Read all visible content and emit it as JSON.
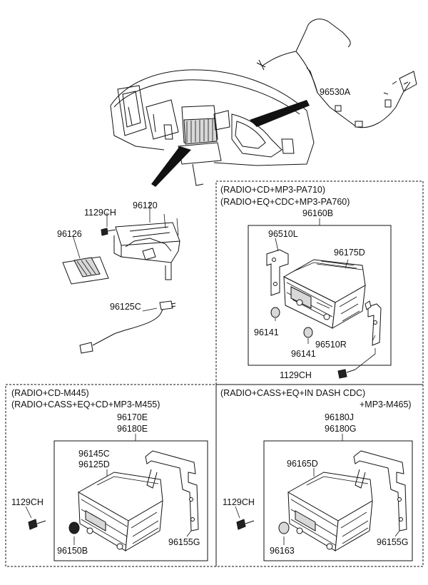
{
  "boxes": {
    "top_right": {
      "caption_1": "(RADIO+CD+MP3-PA710)",
      "caption_2": "(RADIO+EQ+CDC+MP3-PA760)",
      "assembly": "96160B"
    },
    "bottom_left": {
      "caption_1": "(RADIO+CD-M445)",
      "caption_2": "(RADIO+CASS+EQ+CD+MP3-M455)",
      "assembly_1": "96170E",
      "assembly_2": "96180E"
    },
    "bottom_right": {
      "caption_1": "(RADIO+CASS+EQ+IN DASH CDC)",
      "caption_2": "+MP3-M465)",
      "assembly_1": "96180J",
      "assembly_2": "96180G"
    }
  },
  "labels": {
    "antenna": "96530A",
    "bracket_top": "96120",
    "screw_top": "1129CH",
    "cover_plate": "96126",
    "cable": "96125C",
    "tr_bracket": "96510L",
    "tr_unit": "96175D",
    "tr_knob_1": "96141",
    "tr_knob_2": "96141",
    "tr_bracket_r": "96510R",
    "tr_screw": "1129CH",
    "bl_part_1": "96145C",
    "bl_part_2": "96125D",
    "bl_screw": "1129CH",
    "bl_knob": "96150B",
    "bl_bracket": "96155G",
    "br_unit": "96165D",
    "br_screw": "1129CH",
    "br_knob": "96163",
    "br_bracket": "96155G"
  }
}
